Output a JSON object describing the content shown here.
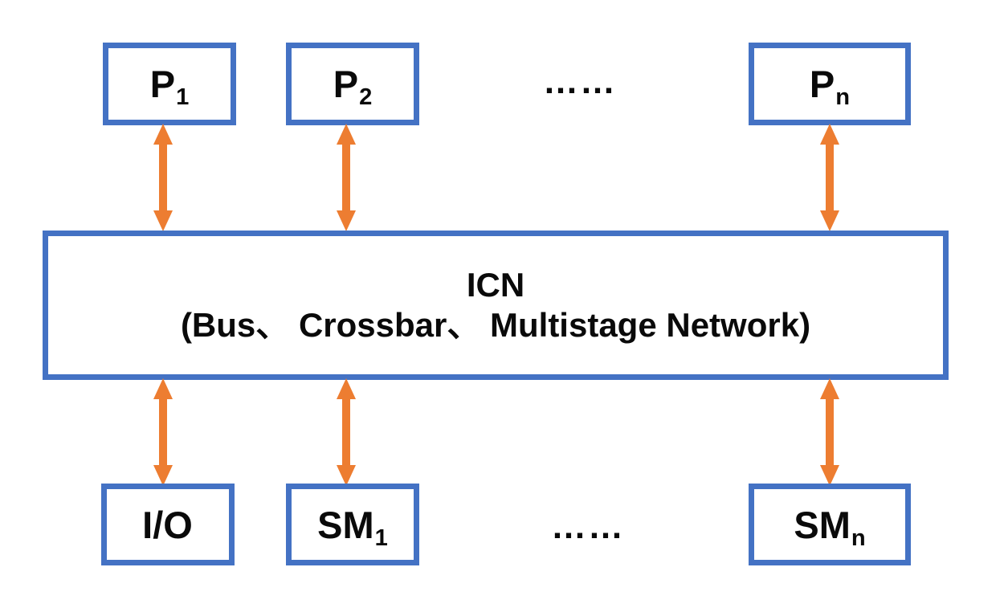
{
  "diagram": {
    "title": "Shared-memory multiprocessor interconnection network diagram",
    "colors": {
      "box_border": "#4472C4",
      "arrow": "#ED7D31",
      "text": "#0A0A0A",
      "background": "#FFFFFF"
    },
    "top_row": [
      {
        "id": "p1",
        "base": "P",
        "subscript": "1",
        "label": "P1"
      },
      {
        "id": "p2",
        "base": "P",
        "subscript": "2",
        "label": "P2"
      },
      {
        "id": "pn",
        "base": "P",
        "subscript": "n",
        "label": "Pn"
      }
    ],
    "bottom_row": [
      {
        "id": "io",
        "base": "I/O",
        "subscript": "",
        "label": "I/O"
      },
      {
        "id": "sm1",
        "base": "SM",
        "subscript": "1",
        "label": "SM1"
      },
      {
        "id": "smn",
        "base": "SM",
        "subscript": "n",
        "label": "SMn"
      }
    ],
    "center": {
      "line1": "ICN",
      "line2": "(Bus、 Crossbar、 Multistage Network)"
    },
    "ellipsis": {
      "top": "……",
      "bottom": "……"
    },
    "connections": {
      "count": 6,
      "style": "double-headed vertical arrow",
      "description": "bidirectional link between each node and the ICN"
    }
  }
}
